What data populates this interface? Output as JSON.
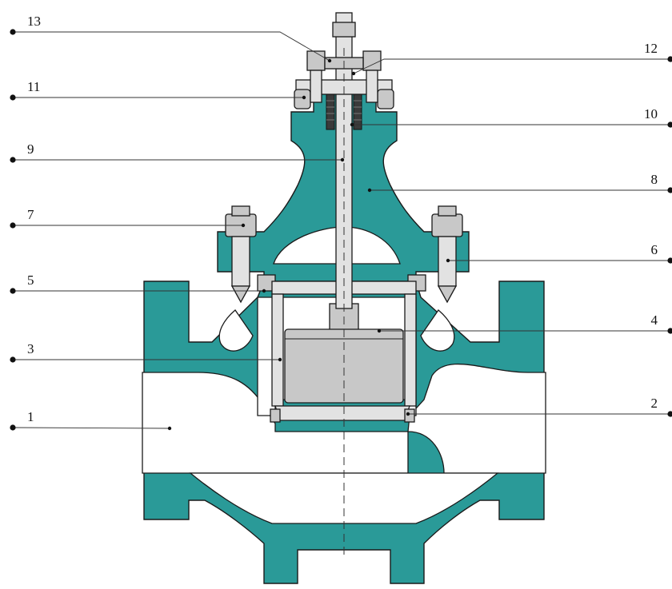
{
  "colors": {
    "body": "#2a9a98",
    "metal": "#c8c8c8",
    "metal_light": "#e2e2e2",
    "packing": "#3a3a3a"
  },
  "labels": [
    {
      "id": "1",
      "text": "1",
      "side": "left"
    },
    {
      "id": "2",
      "text": "2",
      "side": "right"
    },
    {
      "id": "3",
      "text": "3",
      "side": "left"
    },
    {
      "id": "4",
      "text": "4",
      "side": "right"
    },
    {
      "id": "5",
      "text": "5",
      "side": "left"
    },
    {
      "id": "6",
      "text": "6",
      "side": "right"
    },
    {
      "id": "7",
      "text": "7",
      "side": "left"
    },
    {
      "id": "8",
      "text": "8",
      "side": "right"
    },
    {
      "id": "9",
      "text": "9",
      "side": "left"
    },
    {
      "id": "10",
      "text": "10",
      "side": "right"
    },
    {
      "id": "11",
      "text": "11",
      "side": "left"
    },
    {
      "id": "12",
      "text": "12",
      "side": "right"
    },
    {
      "id": "13",
      "text": "13",
      "side": "left"
    }
  ]
}
